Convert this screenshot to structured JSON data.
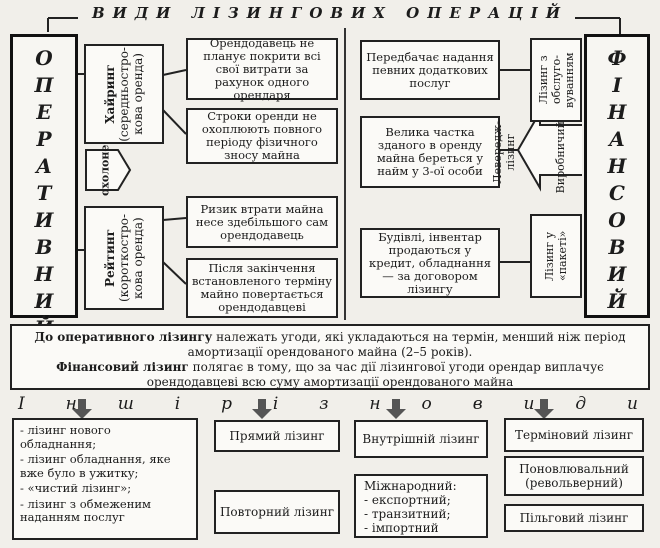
{
  "title": "ВИДИ ЛІЗИНГОВИХ ОПЕРАЦІЙ",
  "operational": {
    "label": "ОПЕРАТИВНИЙ",
    "hiring": {
      "label": "Хайринг",
      "sub": "(середньостро-кова оренда)"
    },
    "cool_label": "охолоне",
    "rating": {
      "label": "Рейтинг",
      "sub": "(короткостро-кова оренда)"
    },
    "notes": [
      "Орендодавець не планує покрити всі свої витрати за рахунок одного орендаря",
      "Строки оренди не охоплюють повного періоду фізичного зносу майна",
      "Ризик втрати майна несе здебільшого сам орендодавець",
      "Після закінчення встановленого терміну майно повертається орендодавцеві"
    ]
  },
  "financial": {
    "label": "ФІНАНСОВИЙ",
    "service": "Лізинг з обслуго-вуванням",
    "leveraged": "Левередж-лізинг",
    "production": "Виробничий",
    "package": "Лізинг у «пакеті»",
    "notes": [
      "Передбачає надання певних додаткових послуг",
      "Велика частка зданого в оренду майна береться у найм у 3-ої особи",
      "Будівлі, інвентар продаються у кредит, обладнання — за договором лізингу"
    ]
  },
  "definitions": {
    "op_bold": "До оперативного лізингу",
    "op_text": " належать угоди, які укладаються на термін, менший ніж період амортизації орендованого майна (2–5 років).",
    "fin_bold": "Фінансовий лізинг",
    "fin_text": " полягає в тому, що за час дії лізингової угоди орендар виплачує орендодавцеві всю суму амортизації орендованого майна"
  },
  "other_types_letters": [
    "І",
    "н",
    "ш",
    "і",
    "р",
    "і",
    "з",
    "н",
    "о",
    "в",
    "и",
    "д",
    "и"
  ],
  "bottom": {
    "col1": [
      "- лізинг нового обладнання;",
      "- лізинг обладнання, яке вже було в ужитку;",
      "- «чистий лізинг»;",
      "- лізинг з обмеженим наданням послуг"
    ],
    "direct": "Прямий лізинг",
    "repeat": "Повторний лізинг",
    "internal": "Внутрішній лізинг",
    "intl_title": "Міжнародний:",
    "intl_items": [
      "- експортний;",
      "- транзитний;",
      "- імпортний"
    ],
    "term": "Терміновий лізинг",
    "renew": "Поновлювальний (револьверний)",
    "pref": "Пільговий лізинг"
  }
}
